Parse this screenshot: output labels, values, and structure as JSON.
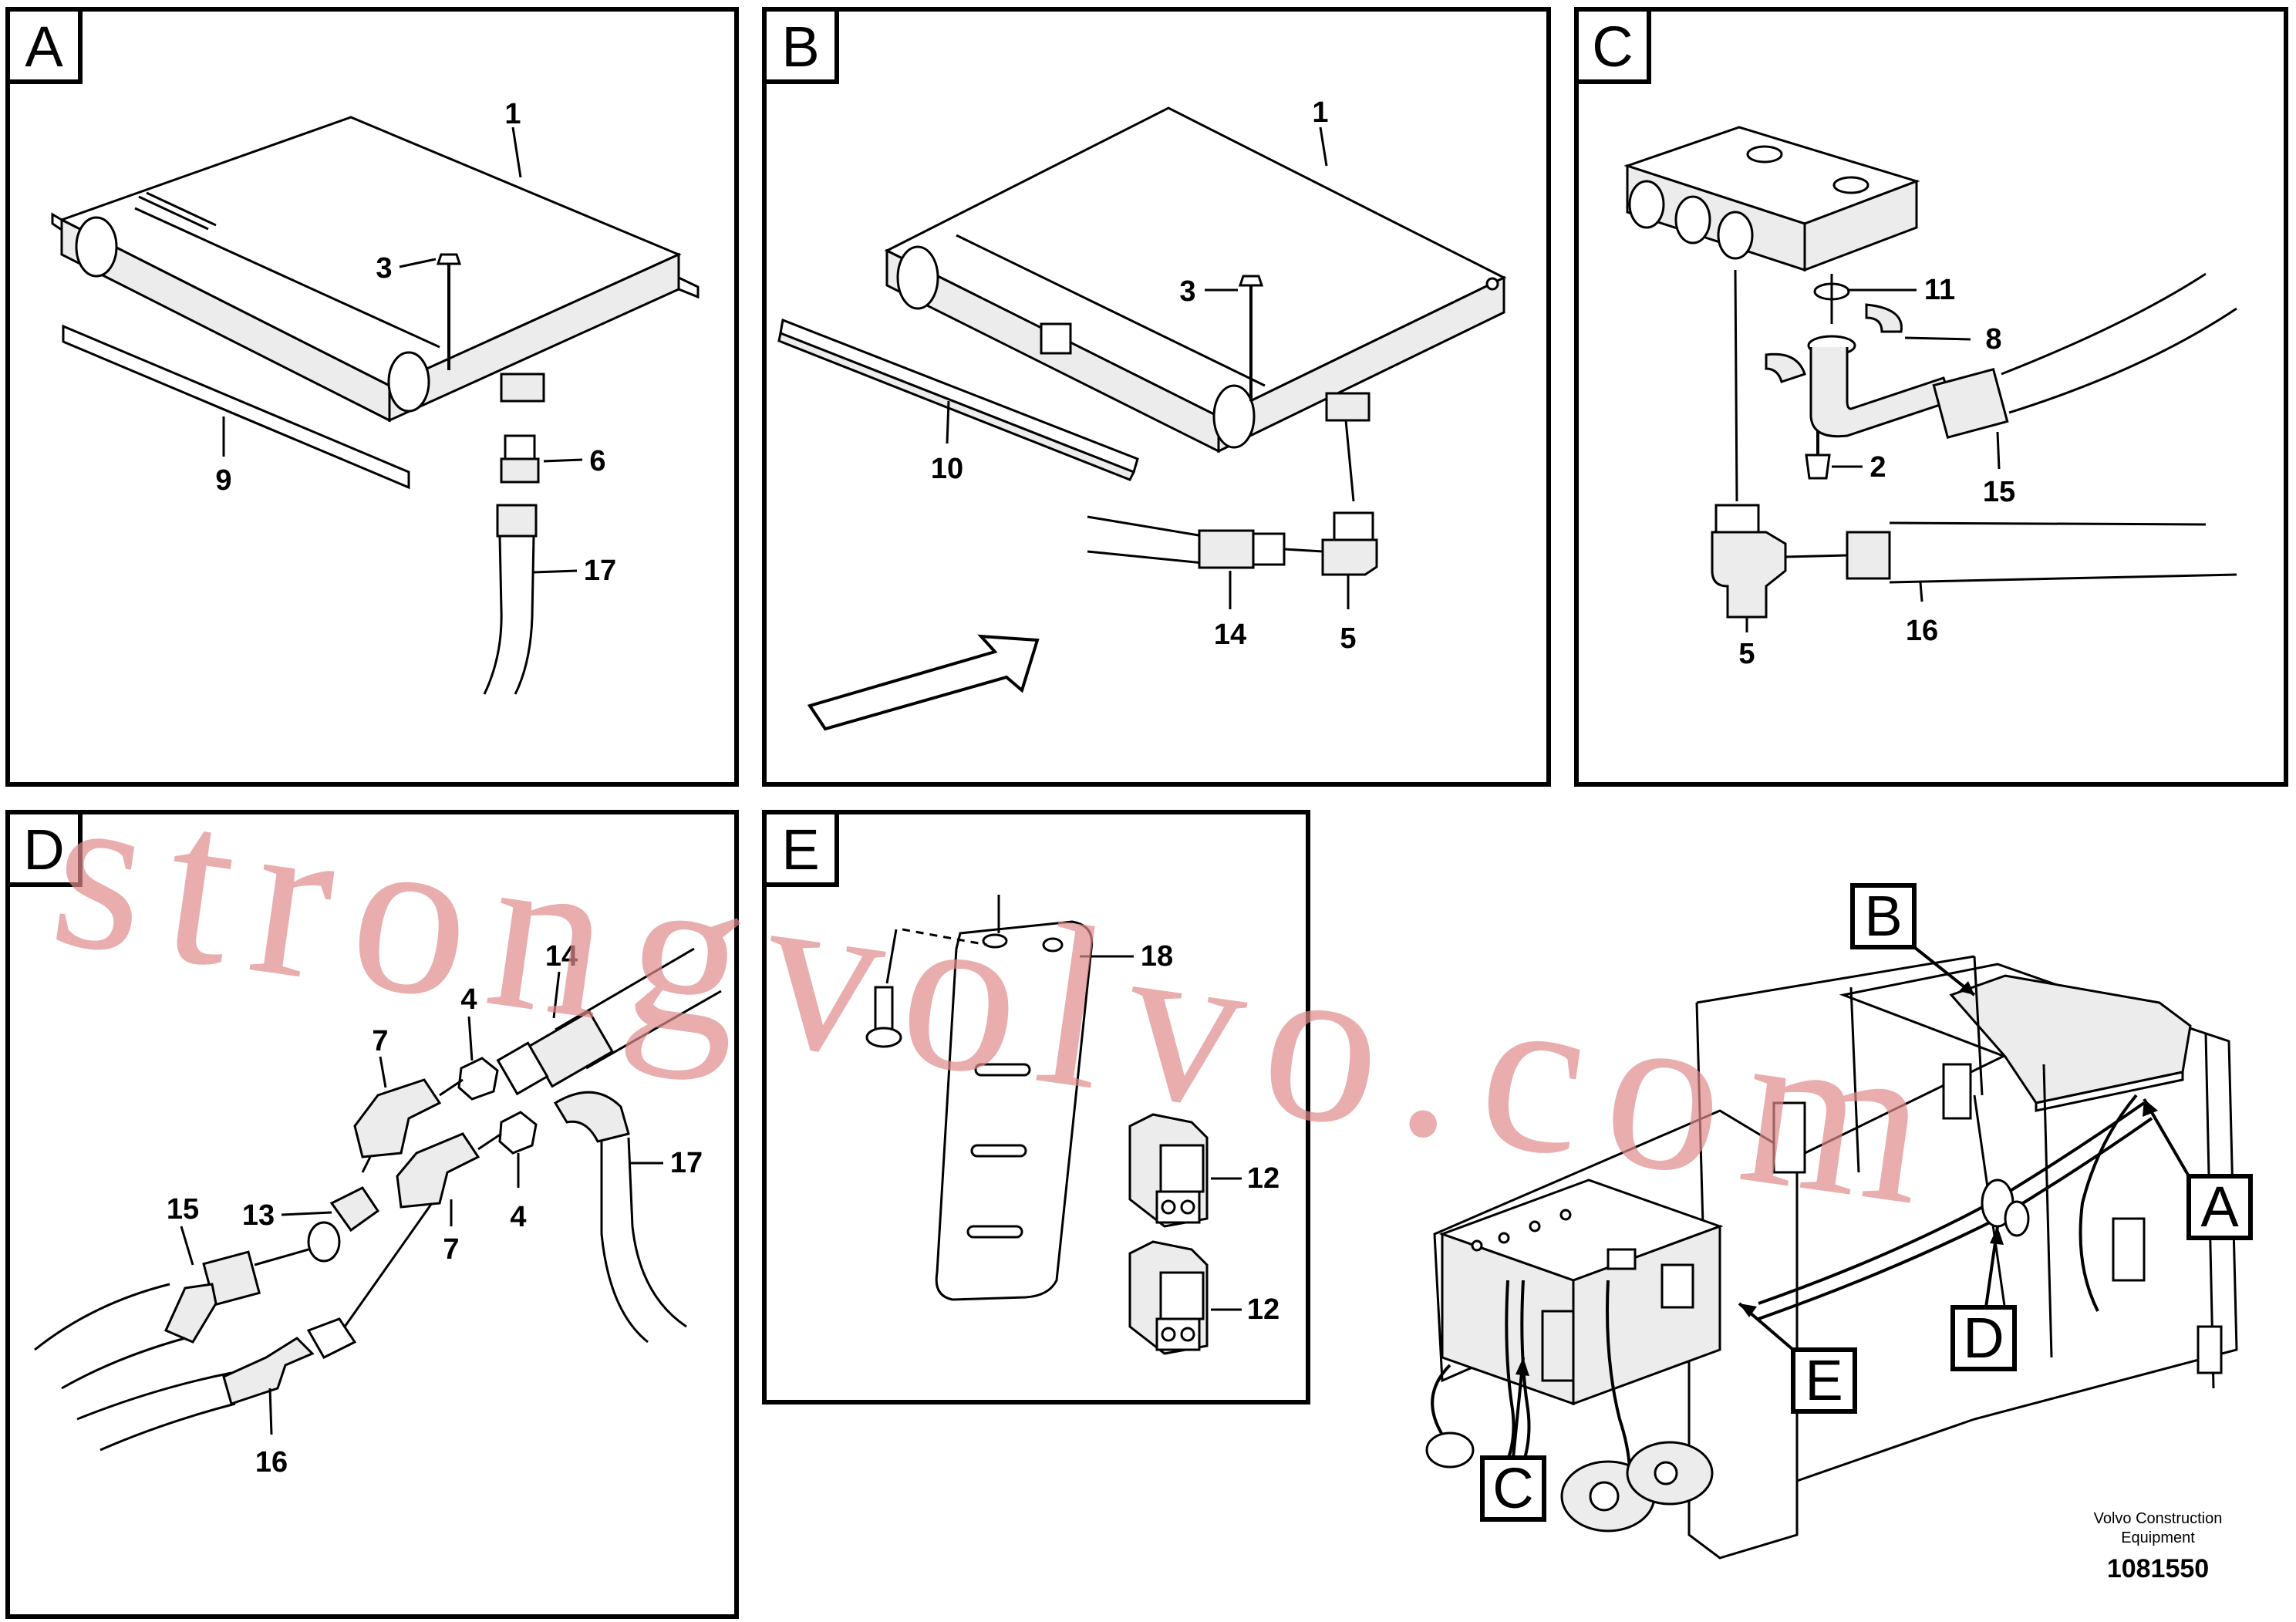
{
  "panels": {
    "a": {
      "letter": "A",
      "callouts": {
        "c1": "1",
        "c3": "3",
        "c6": "6",
        "c9": "9",
        "c17": "17"
      }
    },
    "b": {
      "letter": "B",
      "callouts": {
        "c1": "1",
        "c3": "3",
        "c10": "10",
        "c14": "14",
        "c5": "5"
      }
    },
    "c": {
      "letter": "C",
      "callouts": {
        "c11": "11",
        "c8": "8",
        "c2": "2",
        "c15": "15",
        "c5": "5",
        "c16": "16"
      }
    },
    "d": {
      "letter": "D",
      "callouts": {
        "c14": "14",
        "c4a": "4",
        "c7a": "7",
        "c15": "15",
        "c13": "13",
        "c7b": "7",
        "c4b": "4",
        "c17": "17",
        "c16": "16"
      }
    },
    "e": {
      "letter": "E",
      "callouts": {
        "c18": "18",
        "c12a": "12",
        "c12b": "12"
      }
    },
    "overview": {
      "labels": {
        "b": "B",
        "a": "A",
        "d": "D",
        "e": "E",
        "c": "C"
      }
    }
  },
  "footer": {
    "credit_line1": "Volvo Construction",
    "credit_line2": "Equipment",
    "doc_number": "1081550"
  },
  "watermark": "strongvolvo.com"
}
